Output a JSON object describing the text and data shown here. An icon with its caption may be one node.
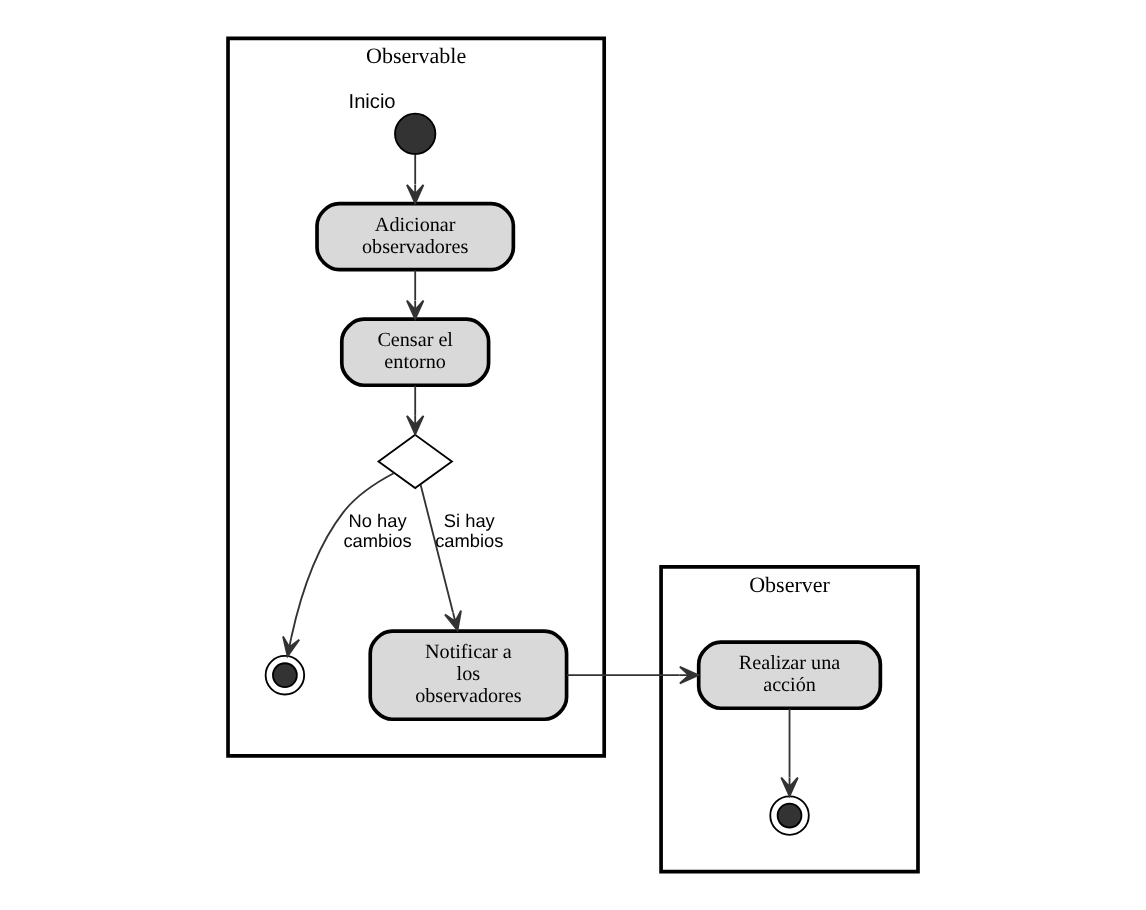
{
  "diagram": {
    "nodes": [
      {
        "text": [
          "Observable"
        ]
      },
      {
        "text": [
          "Observer"
        ]
      },
      {
        "text": [],
        "shape": "circle",
        "beside": [
          "Inicio"
        ],
        "in": 0
      },
      {
        "text": [
          "Adicionar observadores"
        ],
        "in": 0
      },
      {
        "text": [
          "Censar el entorno"
        ],
        "in": 0
      },
      {
        "text": [],
        "shape": "diamond",
        "in": 0
      },
      {
        "text": [],
        "shape": "circle",
        "in": 0
      },
      {
        "text": [
          "Notificar a los observadores"
        ],
        "in": 0
      },
      {
        "text": [
          "Realizar una acción"
        ],
        "in": 1
      },
      {
        "text": [],
        "shape": "circle",
        "in": 1
      }
    ],
    "edges": [
      {
        "from": 2,
        "to": 3,
        "arrow": "to"
      },
      {
        "from": 3,
        "to": 4,
        "arrow": "to"
      },
      {
        "from": 4,
        "to": 5,
        "arrow": "to"
      },
      {
        "from": 5,
        "to": 6,
        "arrow": "to",
        "label": "No hay cambios"
      },
      {
        "from": 5,
        "to": 7,
        "arrow": "to",
        "label": "Si hay cambios"
      },
      {
        "from": 7,
        "to": 8,
        "arrow": "to"
      },
      {
        "from": 8,
        "to": 9,
        "arrow": "to"
      }
    ]
  }
}
